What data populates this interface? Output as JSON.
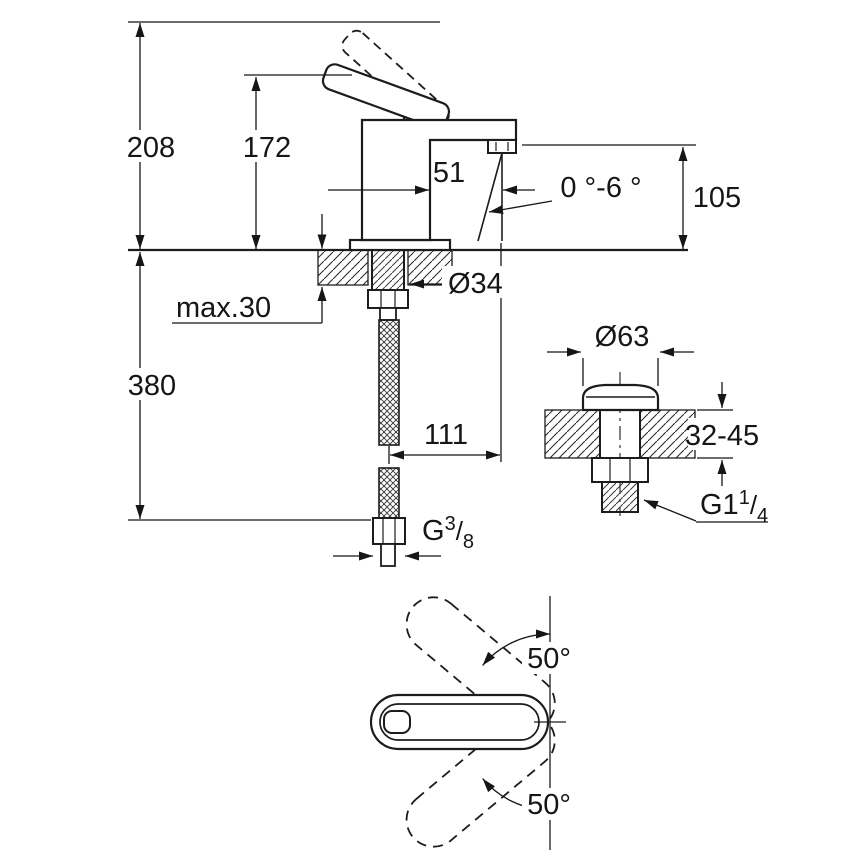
{
  "colors": {
    "line": "#1c1c1c",
    "background": "#ffffff"
  },
  "faucet_view": {
    "height_to_lever_max": "208",
    "height_to_lever": "172",
    "dim_51": "51",
    "spout_angle": "0 °-6 °",
    "outlet_height": "105",
    "counter_max": "max.30",
    "hole_diameter": "Ø34",
    "hose_length": "380",
    "projection": "111",
    "supply_thread": {
      "prefix": "G",
      "numerator": "3",
      "separator": "/",
      "denominator": "8"
    }
  },
  "waste_view": {
    "flange_diameter": "Ø63",
    "deck_range": "32-45",
    "thread": {
      "prefix": "G1",
      "numerator": "1",
      "separator": "/",
      "denominator": "4"
    }
  },
  "top_view": {
    "swivel_upper": "50°",
    "swivel_lower": "50°"
  }
}
